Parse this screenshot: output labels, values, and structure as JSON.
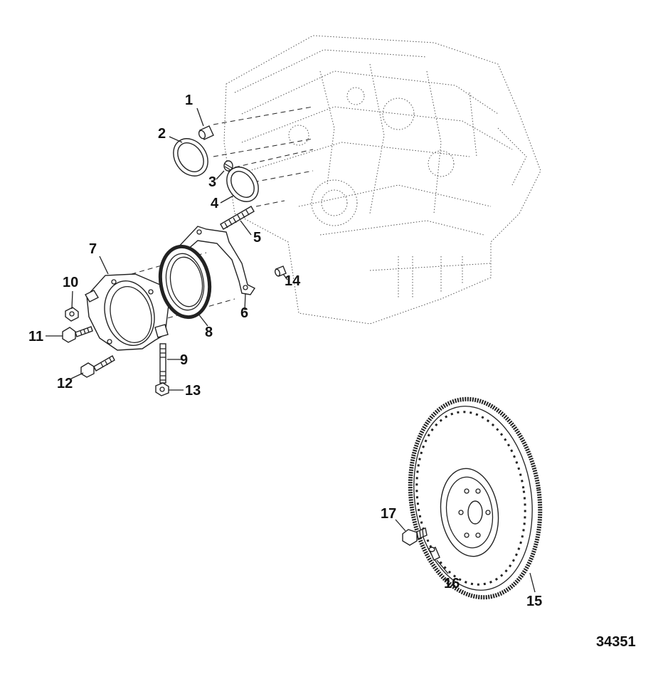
{
  "diagram": {
    "callouts": [
      "1",
      "2",
      "3",
      "4",
      "5",
      "6",
      "7",
      "8",
      "9",
      "10",
      "11",
      "12",
      "13",
      "14",
      "15",
      "16",
      "17"
    ],
    "figure_number": "34351"
  },
  "parts": [
    "pin-1",
    "seal-ring-2",
    "plug-3",
    "seal-ring-4",
    "stud-5",
    "seal-retainer-plate-6",
    "seal-housing-7",
    "rear-main-seal-8",
    "stud-9",
    "nut-10",
    "bolt-11",
    "bolt-12",
    "nut-13",
    "dowel-14",
    "flywheel-15",
    "dowel-pin-16",
    "flywheel-bolt-17",
    "engine-block"
  ]
}
